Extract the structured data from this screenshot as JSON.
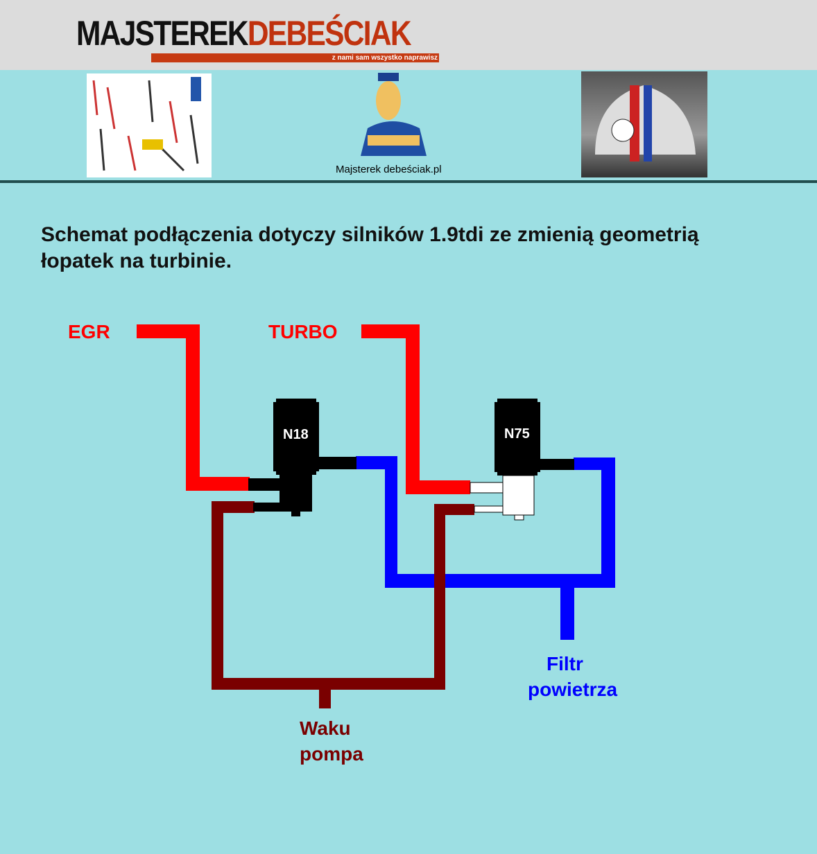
{
  "header": {
    "logo_part1": "MAJSTEREK",
    "logo_part2": "DEBEŚCIAK",
    "logo_tagline": "z nami sam wszystko naprawisz",
    "site_caption": "Majsterek debeściak.pl"
  },
  "title": "Schemat podłączenia dotyczy silników 1.9tdi ze zmienią geometrią łopatek na turbinie.",
  "diagram": {
    "egr": "EGR",
    "turbo": "TURBO",
    "valve1": "N18",
    "valve2": "N75",
    "vacuum_line1": "Waku",
    "vacuum_line2": "pompa",
    "filter_line1": "Filtr",
    "filter_line2": "powietrza",
    "colors": {
      "pressure": "#ff0000",
      "vacuum": "#7a0000",
      "air": "#0000ff",
      "valve": "#000000"
    }
  }
}
